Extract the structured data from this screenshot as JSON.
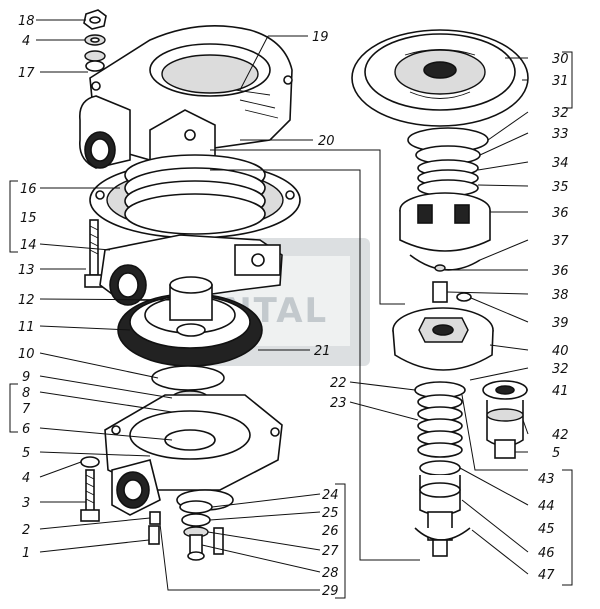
{
  "watermark": {
    "text": "ENTAL"
  },
  "callouts": [
    {
      "id": "18",
      "label": "18"
    },
    {
      "id": "4a",
      "label": "4"
    },
    {
      "id": "17",
      "label": "17"
    },
    {
      "id": "16",
      "label": "16"
    },
    {
      "id": "15",
      "label": "15"
    },
    {
      "id": "14",
      "label": "14"
    },
    {
      "id": "13",
      "label": "13"
    },
    {
      "id": "12",
      "label": "12"
    },
    {
      "id": "11",
      "label": "11"
    },
    {
      "id": "10",
      "label": "10"
    },
    {
      "id": "9",
      "label": "9"
    },
    {
      "id": "8",
      "label": "8"
    },
    {
      "id": "7",
      "label": "7"
    },
    {
      "id": "6",
      "label": "6"
    },
    {
      "id": "5a",
      "label": "5"
    },
    {
      "id": "4b",
      "label": "4"
    },
    {
      "id": "3",
      "label": "3"
    },
    {
      "id": "2",
      "label": "2"
    },
    {
      "id": "1",
      "label": "1"
    },
    {
      "id": "19",
      "label": "19"
    },
    {
      "id": "20",
      "label": "20"
    },
    {
      "id": "21",
      "label": "21"
    },
    {
      "id": "22",
      "label": "22"
    },
    {
      "id": "23",
      "label": "23"
    },
    {
      "id": "24",
      "label": "24"
    },
    {
      "id": "25",
      "label": "25"
    },
    {
      "id": "26",
      "label": "26"
    },
    {
      "id": "27",
      "label": "27"
    },
    {
      "id": "28",
      "label": "28"
    },
    {
      "id": "29",
      "label": "29"
    },
    {
      "id": "30",
      "label": "30"
    },
    {
      "id": "31",
      "label": "31"
    },
    {
      "id": "32a",
      "label": "32"
    },
    {
      "id": "33",
      "label": "33"
    },
    {
      "id": "34",
      "label": "34"
    },
    {
      "id": "35",
      "label": "35"
    },
    {
      "id": "36a",
      "label": "36"
    },
    {
      "id": "37",
      "label": "37"
    },
    {
      "id": "36b",
      "label": "36"
    },
    {
      "id": "38",
      "label": "38"
    },
    {
      "id": "39",
      "label": "39"
    },
    {
      "id": "40",
      "label": "40"
    },
    {
      "id": "32b",
      "label": "32"
    },
    {
      "id": "41",
      "label": "41"
    },
    {
      "id": "42",
      "label": "42"
    },
    {
      "id": "5b",
      "label": "5"
    },
    {
      "id": "43",
      "label": "43"
    },
    {
      "id": "44",
      "label": "44"
    },
    {
      "id": "45",
      "label": "45"
    },
    {
      "id": "46",
      "label": "46"
    },
    {
      "id": "47",
      "label": "47"
    }
  ]
}
